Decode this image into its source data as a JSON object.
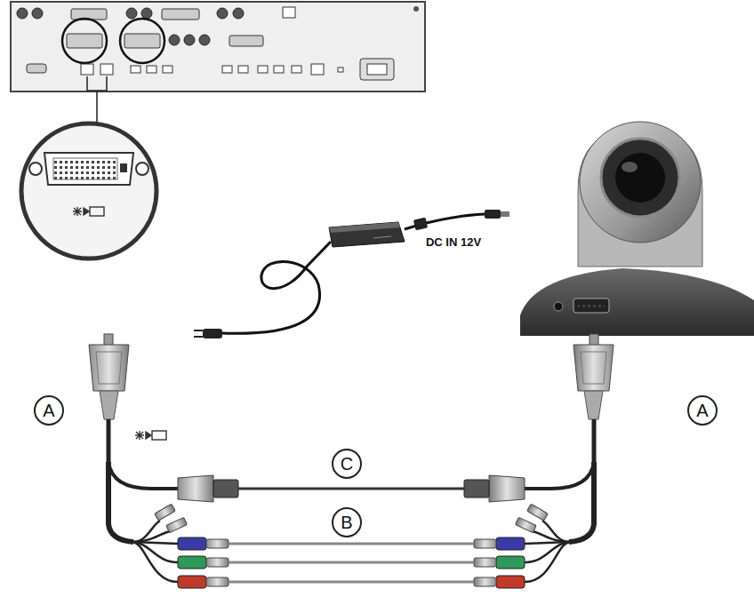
{
  "diagram": {
    "labels": [
      "DC IN 12V",
      "A",
      "A",
      "C",
      "B"
    ]
  }
}
